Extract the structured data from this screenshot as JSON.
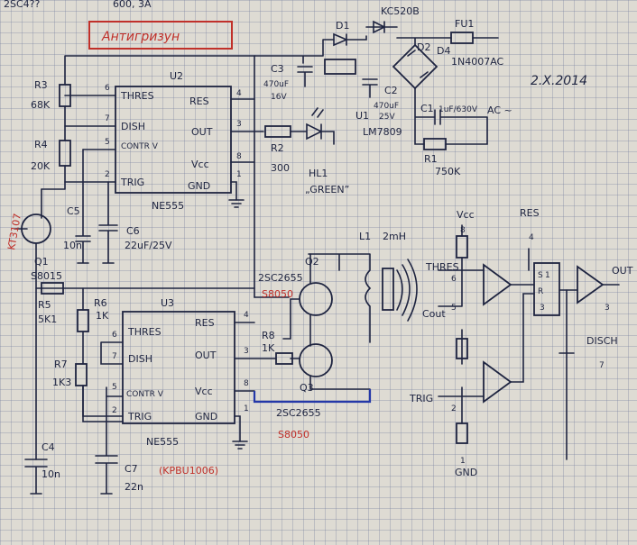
{
  "header": {
    "title": "Антигризун",
    "date": "2.X.2014",
    "top_cut_left": "2SC4??",
    "top_cut_mid": "600, 3A"
  },
  "u2": {
    "name": "U2",
    "type": "NE555",
    "pins_left": [
      {
        "num": "6",
        "label": "THRES"
      },
      {
        "num": "7",
        "label": "DISH"
      },
      {
        "num": "5",
        "label": "CONTR V"
      },
      {
        "num": "2",
        "label": "TRIG"
      }
    ],
    "pins_right": [
      {
        "num": "4",
        "label": "RES"
      },
      {
        "num": "3",
        "label": "OUT"
      },
      {
        "num": "8",
        "label": "Vcc"
      },
      {
        "num": "1",
        "label": "GND"
      }
    ]
  },
  "u3": {
    "name": "U3",
    "type": "NE555",
    "note": "(KPBU1006)",
    "pins_left": [
      {
        "num": "6",
        "label": "THRES"
      },
      {
        "num": "7",
        "label": "DISH"
      },
      {
        "num": "5",
        "label": "CONTR V"
      },
      {
        "num": "2",
        "label": "TRIG"
      }
    ],
    "pins_right": [
      {
        "num": "4",
        "label": "RES"
      },
      {
        "num": "3",
        "label": "OUT"
      },
      {
        "num": "8",
        "label": "Vcc"
      },
      {
        "num": "1",
        "label": "GND"
      }
    ]
  },
  "components": {
    "r3": [
      "R3",
      "68K"
    ],
    "r4": [
      "R4",
      "20K"
    ],
    "c5": [
      "C5",
      "10n"
    ],
    "c6": [
      "C6",
      "22uF/25V"
    ],
    "q1": [
      "Q1",
      "S8015",
      "KT3107"
    ],
    "r5": [
      "R5",
      "5K1"
    ],
    "r6": [
      "R6",
      "1K"
    ],
    "r7": [
      "R7",
      "1K3"
    ],
    "c4": [
      "C4",
      "10n"
    ],
    "c7": [
      "C7",
      "22n"
    ],
    "r2": [
      "R2",
      "300"
    ],
    "hl1": [
      "HL1",
      "„GREEN”"
    ],
    "c3": [
      "C3",
      "470uF",
      "16V"
    ],
    "c2": [
      "C2",
      "470uF",
      "25V"
    ],
    "d1": [
      "D1"
    ],
    "kc": [
      "KC520B"
    ],
    "u1": [
      "U1",
      "LM7809"
    ],
    "fu1": [
      "FU1"
    ],
    "d2d4": [
      "D2",
      "D4",
      "1N4007AC"
    ],
    "c1": [
      "C1",
      "1uF/630V",
      "AC ~"
    ],
    "r1": [
      "R1",
      "750K"
    ],
    "l1": [
      "L1",
      "2mH"
    ],
    "q2": [
      "Q2",
      "2SC2655",
      "S8050"
    ],
    "q3": [
      "Q3",
      "2SC2655",
      "S8050"
    ],
    "r8": [
      "R8",
      "1K"
    ]
  },
  "block": {
    "vcc": "Vcc",
    "vcc_pin": "8",
    "res": "RES",
    "res_pin": "4",
    "thres": "THRES",
    "thres_pin": "6",
    "cout": "Cout",
    "cout_pin": "5",
    "trig": "TRIG",
    "trig_pin": "2",
    "gnd": "GND",
    "gnd_pin": "1",
    "s": "S",
    "r": "R",
    "q": "3",
    "ff1": "1",
    "out": "OUT",
    "out_pin": "3",
    "disch": "DISCH",
    "disch_pin": "7"
  }
}
